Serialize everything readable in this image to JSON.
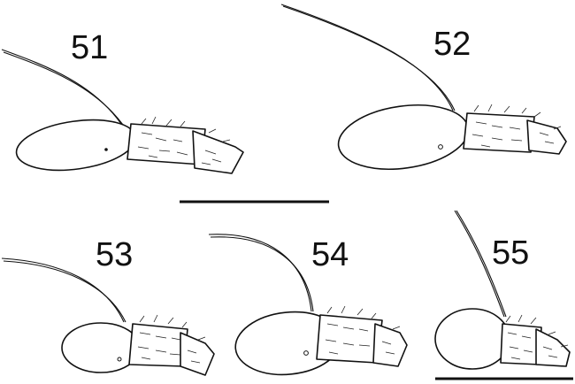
{
  "figure_labels": [
    "51",
    "52",
    "53",
    "54",
    "55"
  ]
}
